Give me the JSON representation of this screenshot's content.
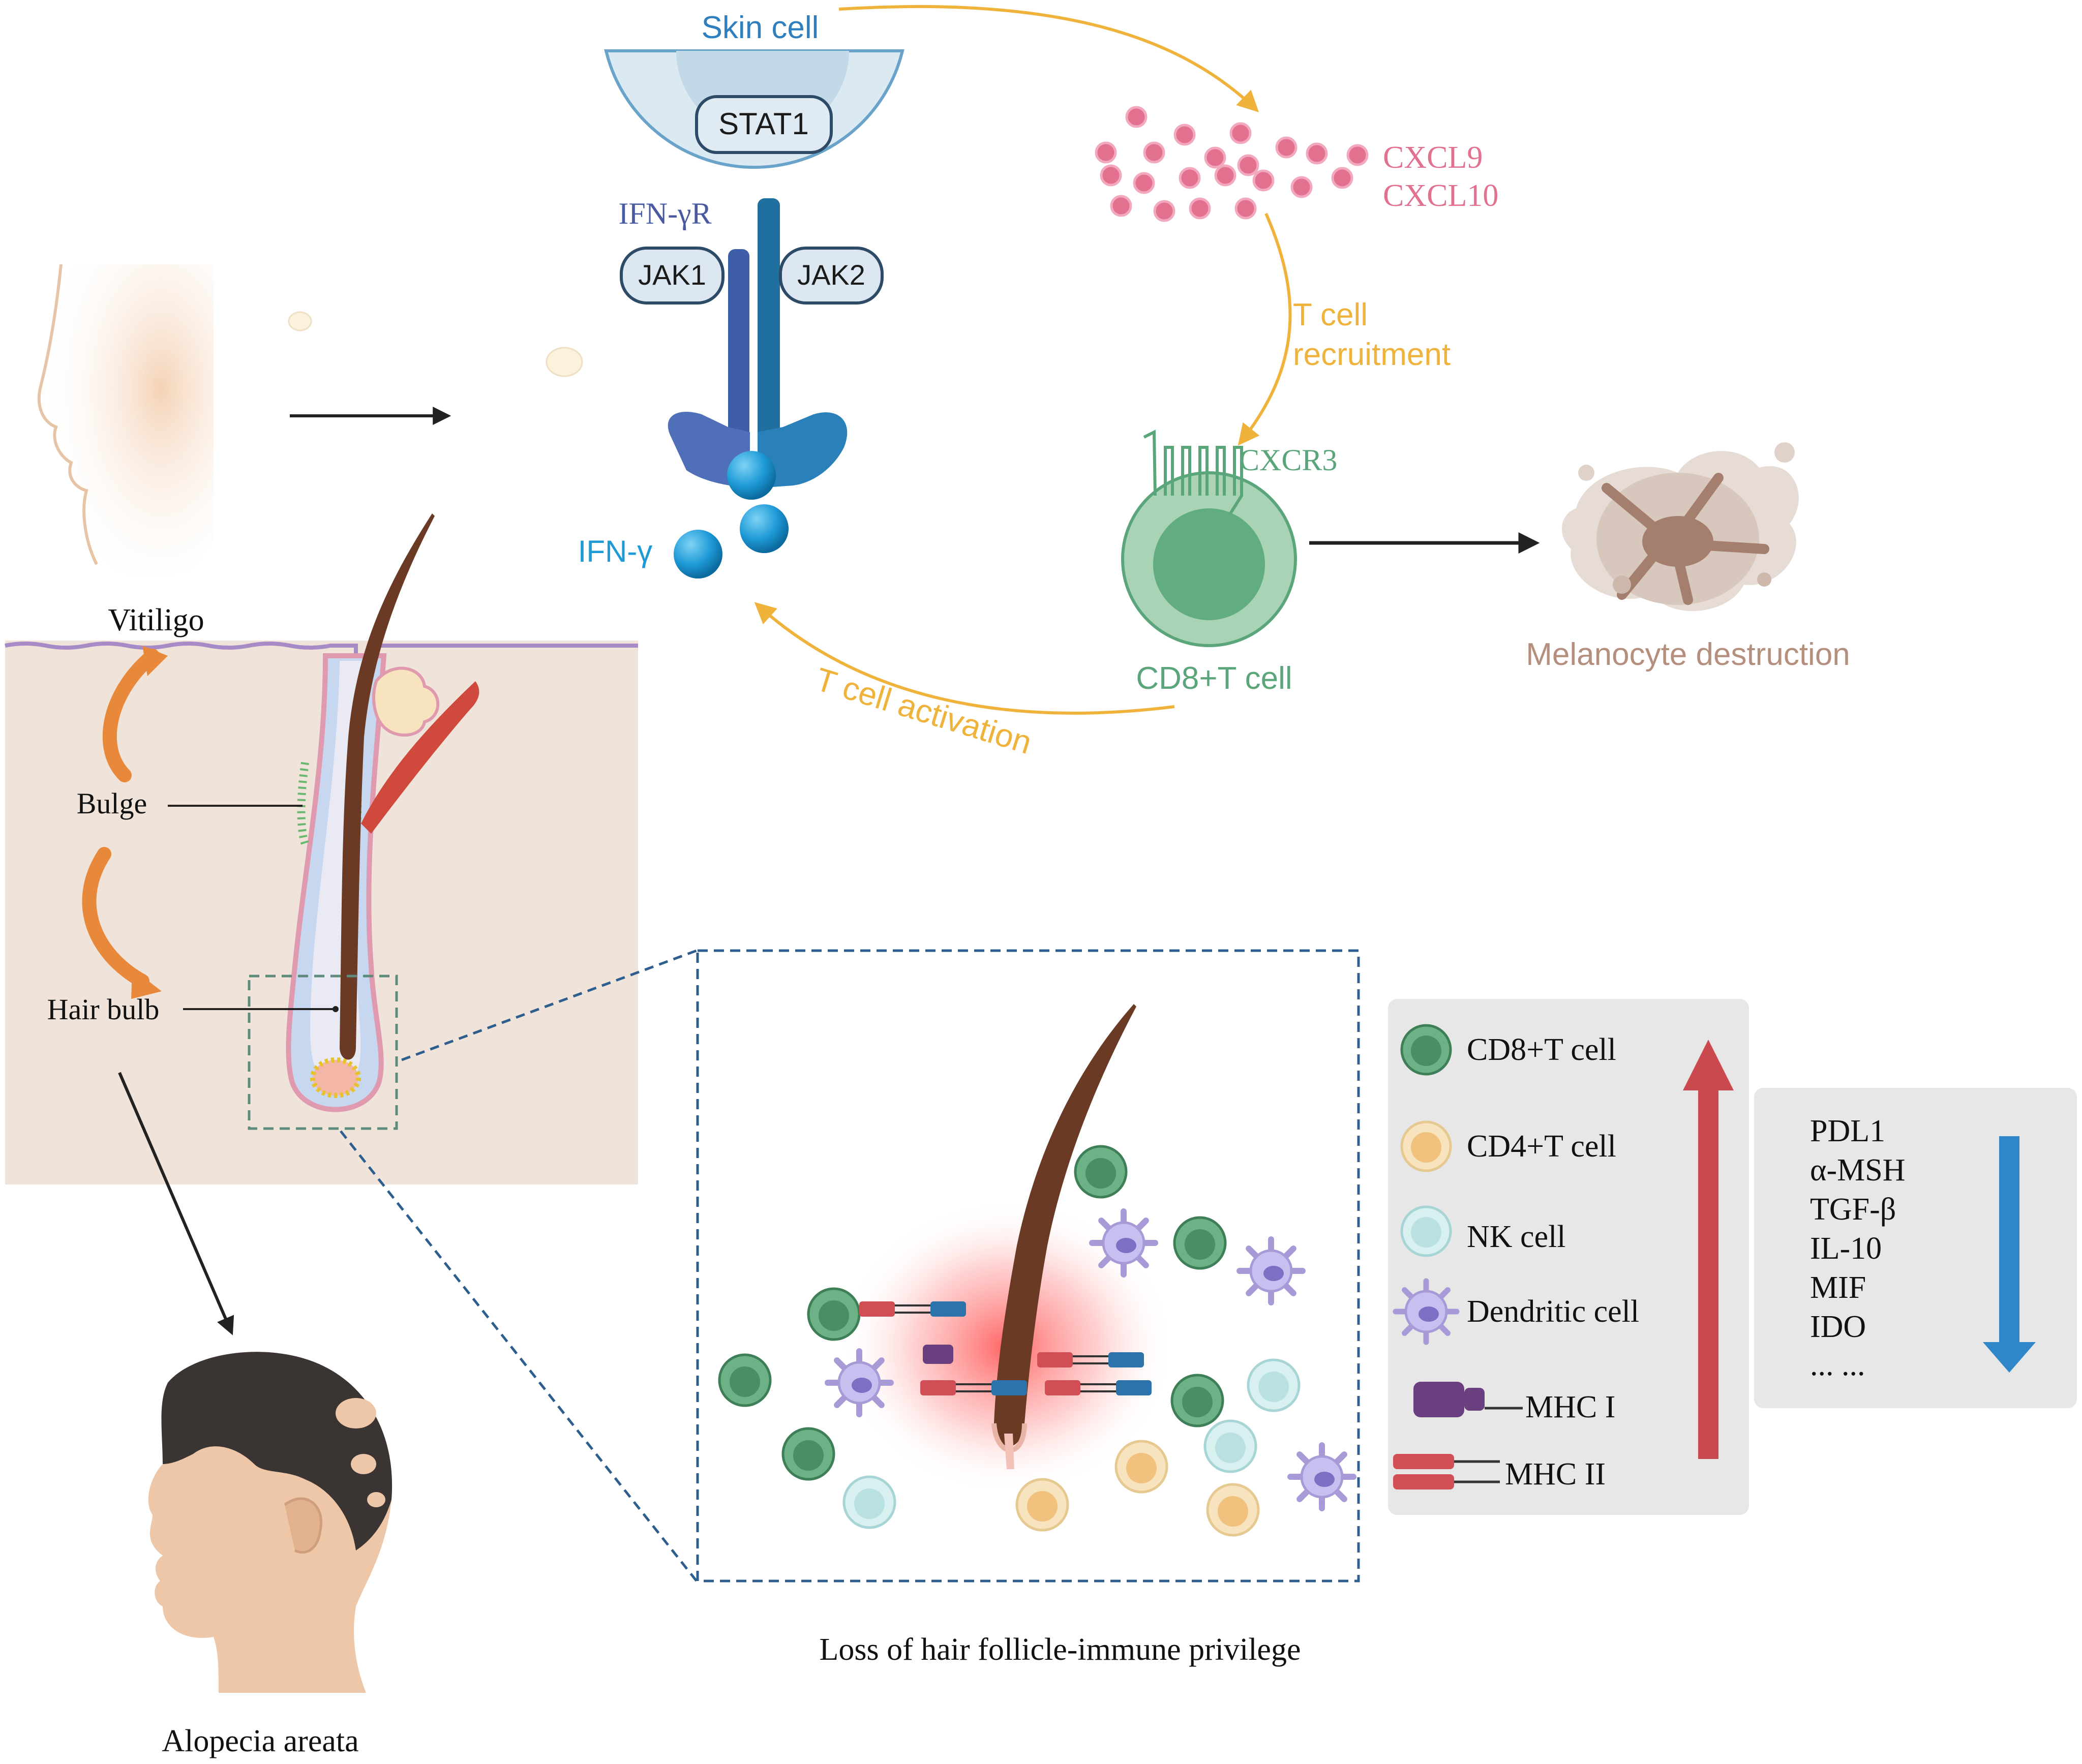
{
  "labels": {
    "skin_cell": "Skin cell",
    "stat1": "STAT1",
    "ifn_gamma_r": "IFN-γR",
    "jak1": "JAK1",
    "jak2": "JAK2",
    "ifn_gamma": "IFN-γ",
    "cxcl9": "CXCL9",
    "cxcl10": "CXCL10",
    "t_cell_recruitment_1": "T cell",
    "t_cell_recruitment_2": "recruitment",
    "cxcr3": "CXCR3",
    "cd8_t_cell": "CD8+T cell",
    "melanocyte_destruction": "Melanocyte destruction",
    "t_cell_activation": "T cell activation",
    "vitiligo": "Vitiligo",
    "bulge": "Bulge",
    "hair_bulb": "Hair bulb",
    "alopecia_areata": "Alopecia areata",
    "loss_of_privilege": "Loss of hair follicle-immune privilege"
  },
  "legend": {
    "items": [
      {
        "label": "CD8+T cell",
        "icon": "cd8-t-cell-icon"
      },
      {
        "label": "CD4+T cell",
        "icon": "cd4-t-cell-icon"
      },
      {
        "label": "NK cell",
        "icon": "nk-cell-icon"
      },
      {
        "label": "Dendritic cell",
        "icon": "dendritic-cell-icon"
      },
      {
        "label": "MHC I",
        "icon": "mhc-i-icon"
      },
      {
        "label": "MHC II",
        "icon": "mhc-ii-icon"
      }
    ],
    "trend": "up"
  },
  "downregulated": {
    "items": [
      "PDL1",
      "α-MSH",
      "TGF-β",
      "IL-10",
      "MIF",
      "IDO",
      "... ..."
    ],
    "trend": "down"
  },
  "colors": {
    "skin_cell_label": "#2f7fbf",
    "receptor": "#3e5fa8",
    "receptor_dark": "#1f6f9f",
    "ifn": "#1e9ad6",
    "chemokine": "#e2708f",
    "arrow_orange": "#efb23a",
    "cd8": "#5aa67a",
    "melanocyte": "#b58f7e",
    "up_arrow": "#c9494f",
    "down_arrow": "#2f86c9",
    "panel": "#e7e7e7",
    "skin_bg": "#f0e4da"
  }
}
